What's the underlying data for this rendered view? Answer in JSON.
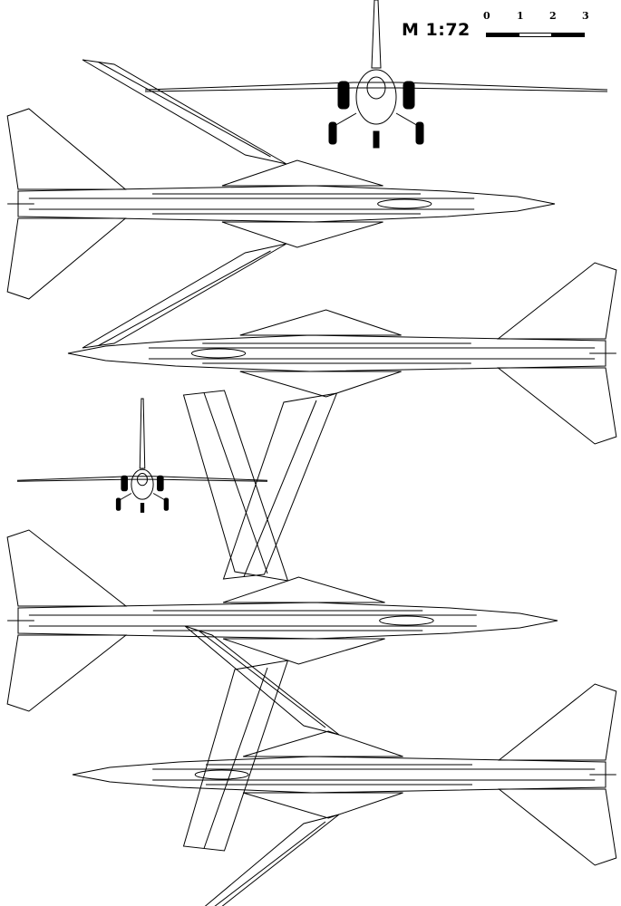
{
  "scale": {
    "label": "M 1:72",
    "ticks": [
      "0",
      "1",
      "2",
      "3"
    ]
  },
  "colors": {
    "line": "#000000",
    "background": "#ffffff"
  }
}
